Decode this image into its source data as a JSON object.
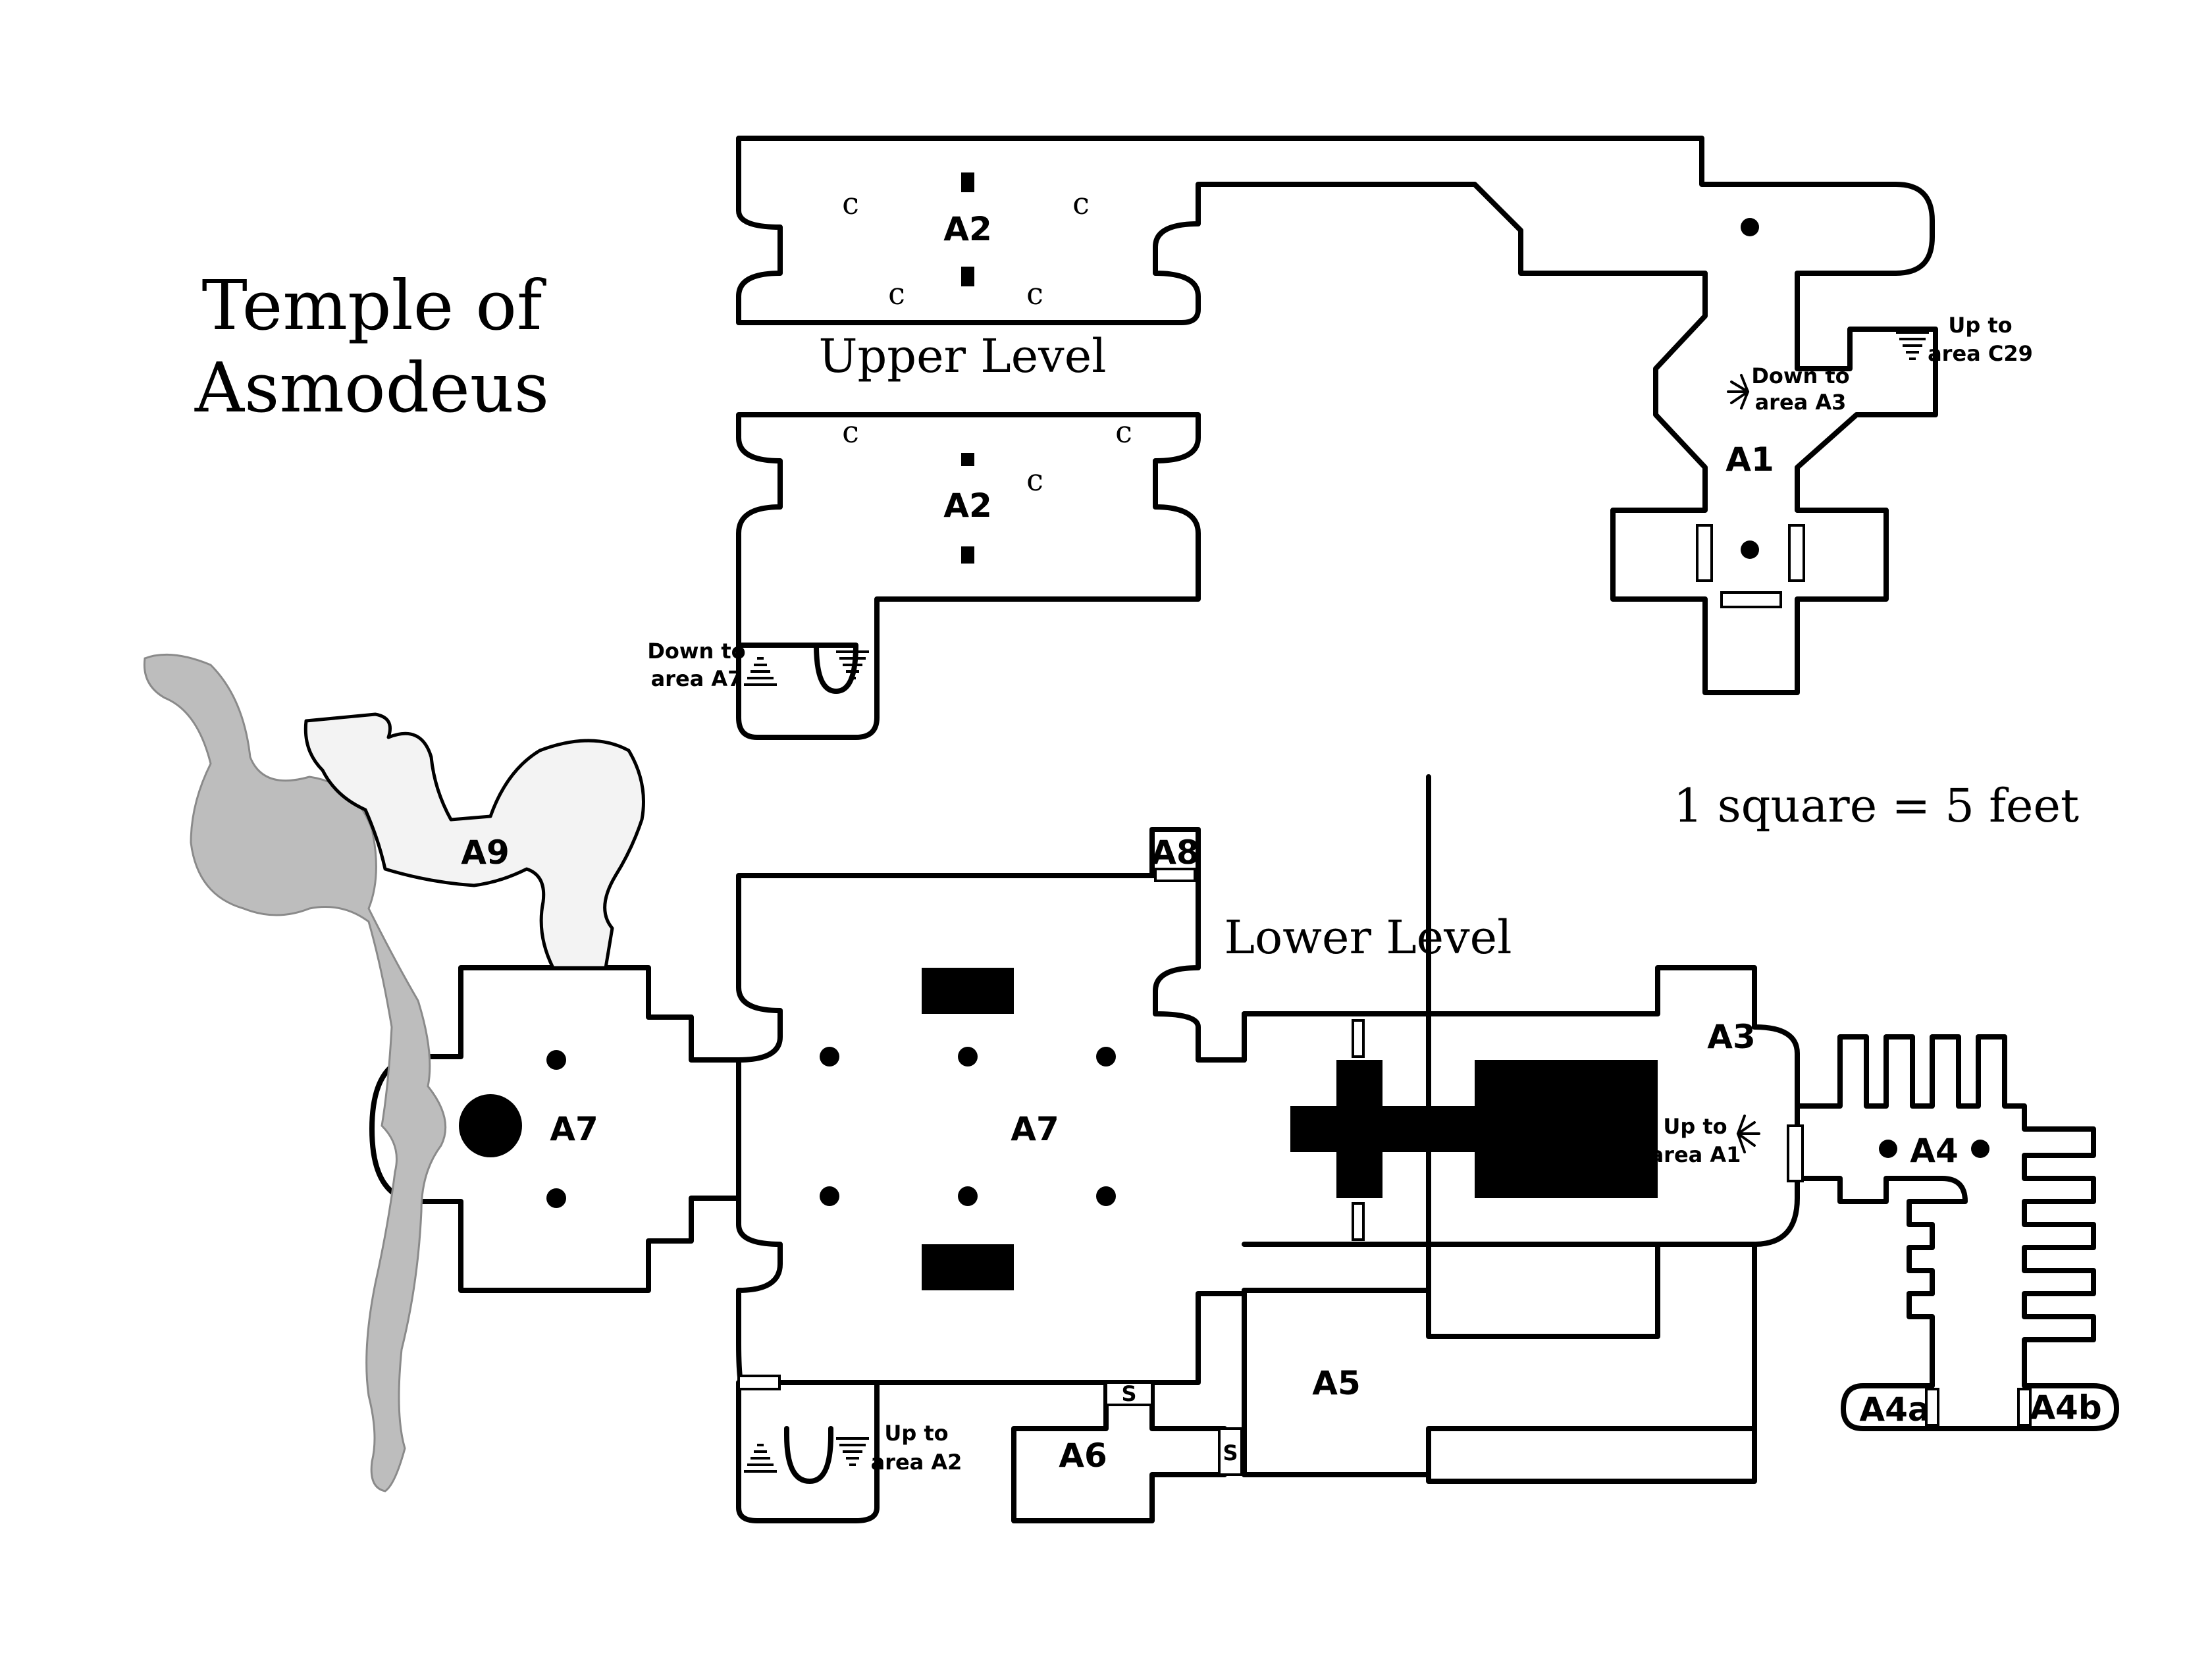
{
  "map": {
    "title_line1": "Temple of",
    "title_line2": "Asmodeus",
    "upper_level_label": "Upper Level",
    "lower_level_label": "Lower Level",
    "scale": "1 square = 5 feet"
  },
  "rooms": {
    "a1": "A1",
    "a2_top": "A2",
    "a2_bottom": "A2",
    "a3": "A3",
    "a4": "A4",
    "a4a": "A4a",
    "a4b": "A4b",
    "a5": "A5",
    "a6": "A6",
    "a7_west": "A7",
    "a7_center": "A7",
    "a8": "A8",
    "a9": "A9"
  },
  "markers": {
    "column_label": "c",
    "secret_door": "S"
  },
  "notes": {
    "down_to_a3_line1": "Down to",
    "down_to_a3_line2": "area A3",
    "up_to_c29_line1": "Up to",
    "up_to_c29_line2": "area C29",
    "down_to_a7_line1": "Down to",
    "down_to_a7_line2": "area A7",
    "up_to_a2_line1": "Up to",
    "up_to_a2_line2": "area A2",
    "up_to_a1_line1": "Up to",
    "up_to_a1_line2": "area A1"
  }
}
